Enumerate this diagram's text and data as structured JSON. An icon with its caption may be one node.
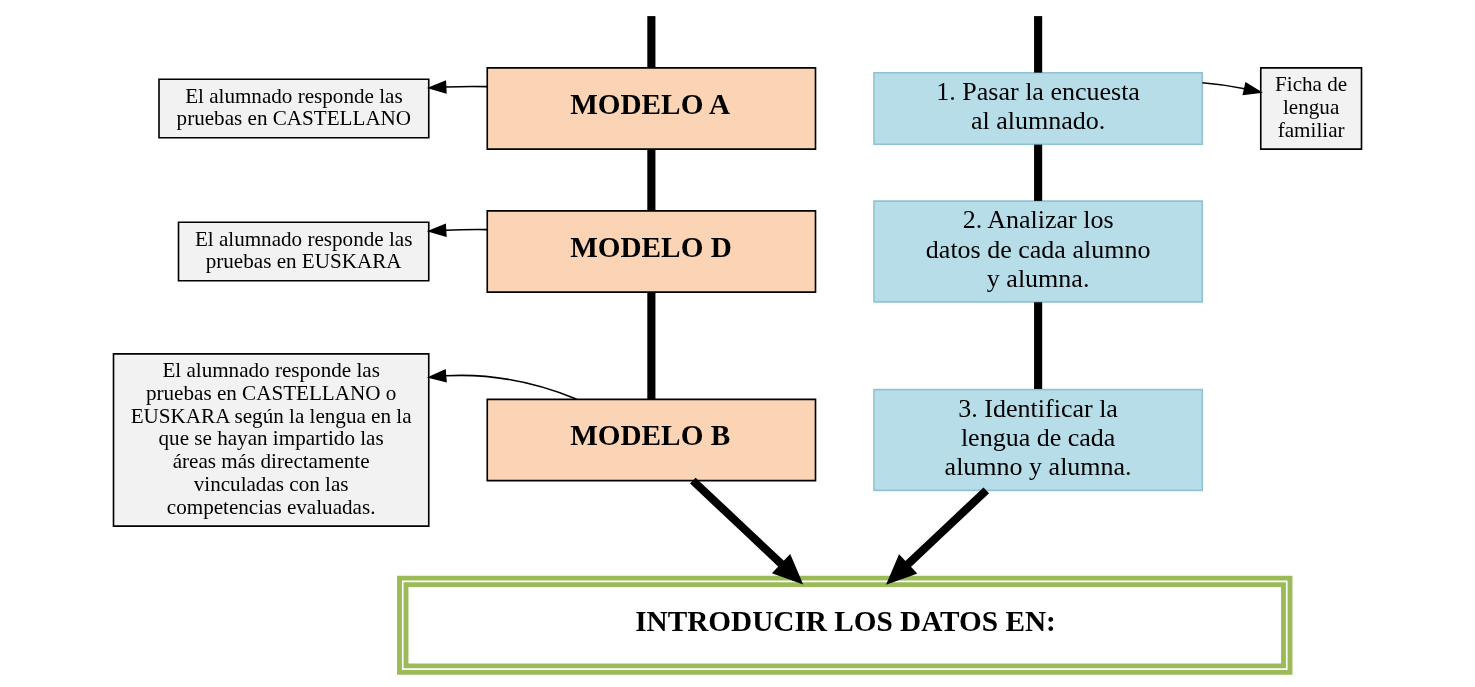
{
  "diagram": {
    "nodes": [
      {
        "text": [
          "El alumnado responde las pruebas en CASTELLANO"
        ]
      },
      {
        "text": [
          "MODELO A"
        ]
      },
      {
        "text": [
          "El alumnado responde las pruebas en EUSKARA"
        ]
      },
      {
        "text": [
          "MODELO D"
        ]
      },
      {
        "text": [
          "El alumnado responde las pruebas en CASTELLANO o EUSKARA según la lengua en la que se hayan impartido las áreas más directamente vinculadas con las competencias evaluadas."
        ]
      },
      {
        "text": [
          "MODELO B"
        ]
      },
      {
        "text": [
          "1. Pasar la encuesta al alumnado."
        ]
      },
      {
        "text": [
          "Ficha de lengua familiar"
        ]
      },
      {
        "text": [
          "2. Analizar los datos de cada alumno y alumna."
        ]
      },
      {
        "text": [
          "3. Identificar la lengua de cada alumno y alumna."
        ]
      },
      {
        "text": [
          "INTRODUCIR LOS DATOS EN:"
        ]
      }
    ],
    "edges": [
      {
        "from": null,
        "to": 1,
        "arrow": "none"
      },
      {
        "from": 1,
        "to": 0,
        "arrow": "to"
      },
      {
        "from": 1,
        "to": 3,
        "arrow": "none"
      },
      {
        "from": 3,
        "to": 2,
        "arrow": "to"
      },
      {
        "from": 3,
        "to": 5,
        "arrow": "none"
      },
      {
        "from": 5,
        "to": 4,
        "arrow": "to"
      },
      {
        "from": null,
        "to": 6,
        "arrow": "none"
      },
      {
        "from": 6,
        "to": 7,
        "arrow": "to"
      },
      {
        "from": 6,
        "to": 8,
        "arrow": "none"
      },
      {
        "from": 8,
        "to": 9,
        "arrow": "none"
      },
      {
        "from": 5,
        "to": 10,
        "arrow": "to"
      },
      {
        "from": 9,
        "to": 10,
        "arrow": "to"
      }
    ]
  }
}
